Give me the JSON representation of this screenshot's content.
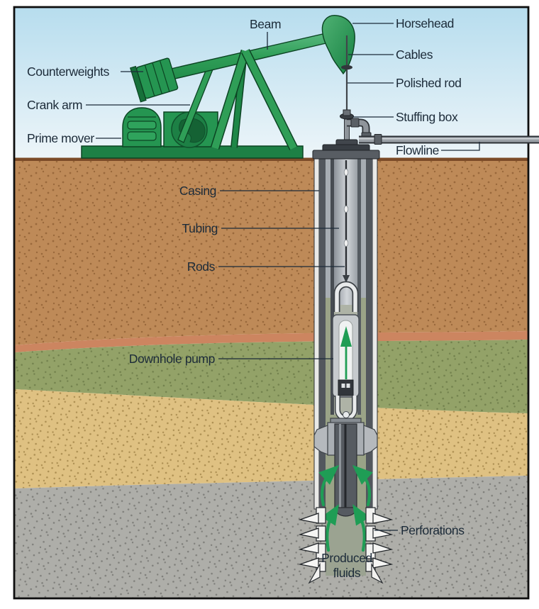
{
  "diagram": {
    "labels": {
      "beam": "Beam",
      "horsehead": "Horsehead",
      "cables": "Cables",
      "polished_rod": "Polished rod",
      "stuffing_box": "Stuffing box",
      "flowline": "Flowline",
      "counterweights": "Counterweights",
      "crank_arm": "Crank arm",
      "prime_mover": "Prime mover",
      "casing": "Casing",
      "tubing": "Tubing",
      "rods": "Rods",
      "downhole_pump": "Downhole pump",
      "perforations": "Perforations",
      "produced_fluids_line1": "Produced",
      "produced_fluids_line2": "fluids"
    },
    "colors": {
      "pumpjack_green": "#2F9E57",
      "pumpjack_green_dark": "#0C4423",
      "arrow_green": "#1F9D55",
      "sky_top": "#B7DDEE",
      "sky_bottom": "#EDF5F9",
      "surface_line_brown": "#7C4B28",
      "soil_brown": "#BE8A58",
      "soil_transition_orange": "#CC8560",
      "soil_green": "#93A268",
      "soil_tan": "#DFC182",
      "rock_gray": "#AEAEA9",
      "fluid_olive": "#9AA387",
      "steel_gray": "#9AA0A6",
      "casing_dark": "#52575D",
      "cement_white": "#E9E9E7",
      "label_text": "#1C2B39"
    }
  }
}
